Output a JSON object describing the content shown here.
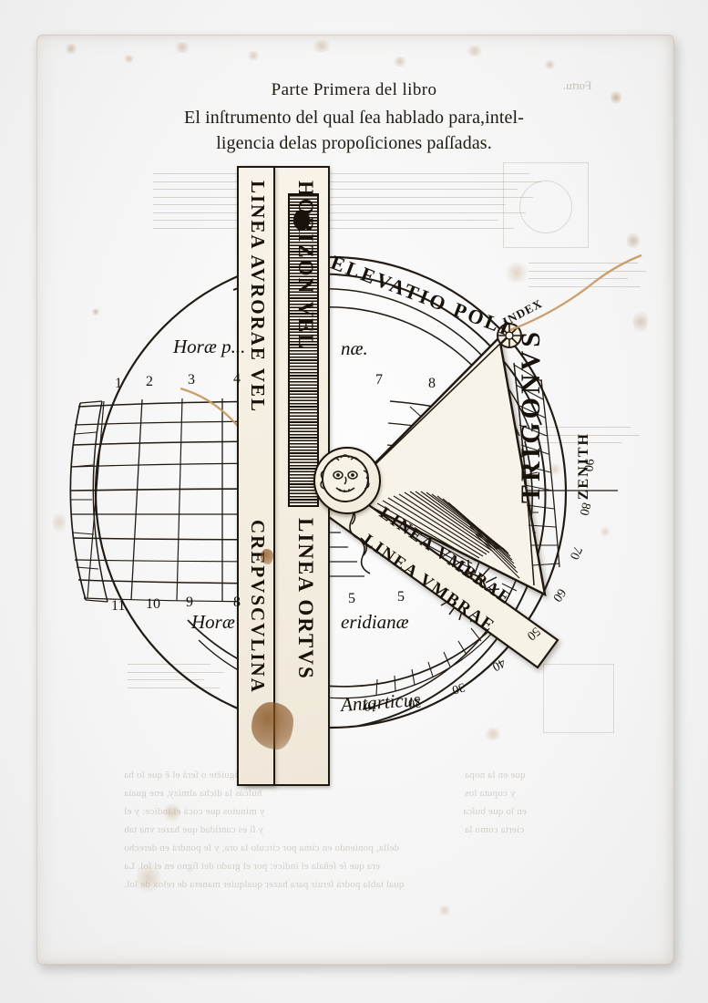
{
  "page": {
    "medium": "antique printed leaf with volvelle",
    "background_color": "#f0e8da",
    "ink_color": "#201912"
  },
  "header": {
    "running_title": "Parte Primera del libro",
    "line1": "El inſtrumento del qual ſea hablado para,intel-",
    "line2": "ligencia delas propoſiciones paſſadas.",
    "corner_catchword": "Fortu."
  },
  "instrument": {
    "name": "volvelle",
    "outer_arc_label": "ELEVATIO POLI",
    "index_label": "INDEX",
    "zenith_label": "ZENITH",
    "wedge_label": "TRIGONVS",
    "shadow_line_labels": [
      "LINEA VMBRAE",
      "LINEA VMBRAE"
    ],
    "vertical_rule_labels": {
      "top": "HORIZON VEL",
      "bottom": "LINEA ORTVS"
    },
    "left_rule_labels": {
      "top": "LINEA AVRORAE VEL",
      "bottom": "CREPVSCVLINA"
    },
    "south_arc_label": "Antarticus",
    "hour_band_top_label": "Horæ p...",
    "hour_band_top_label_right": "næ.",
    "hour_band_bottom_label": "Horæ",
    "hour_band_bottom_label_right": "eridianæ",
    "hours_top": [
      "1",
      "2",
      "3",
      "4",
      "7",
      "8"
    ],
    "hours_bottom": [
      "11",
      "10",
      "9",
      "8",
      "5",
      "5"
    ],
    "degree_scale": [
      "90",
      "80",
      "70",
      "60",
      "50",
      "40",
      "30",
      "20",
      "10"
    ],
    "sun_figure": "radiant-sun-face",
    "moon_figure": "moon-face-pivot",
    "thread": "silk-thread-plumb"
  },
  "verso_showthrough": {
    "visible_fragments": [
      "ue ſiguiẽte o ſerá el ẽ que lo ha",
      "que en la nopa",
      "hulcas la dicha almizy, ene guaia",
      "y coputa los",
      "y minutos que cocá el indice: y el",
      "en lo que buſca",
      "y ſi es cantidad que hazer vna tab",
      "cierta como la",
      "della, poniendo en cima por circulo la ora, y ſe pondrá en derecho",
      "era que ſe ſeñala el indice: por el grado del ſigno en el ſol. La",
      "qual tabla podrá ſeruir para hazer qualquier manera de relox de ſol."
    ]
  }
}
